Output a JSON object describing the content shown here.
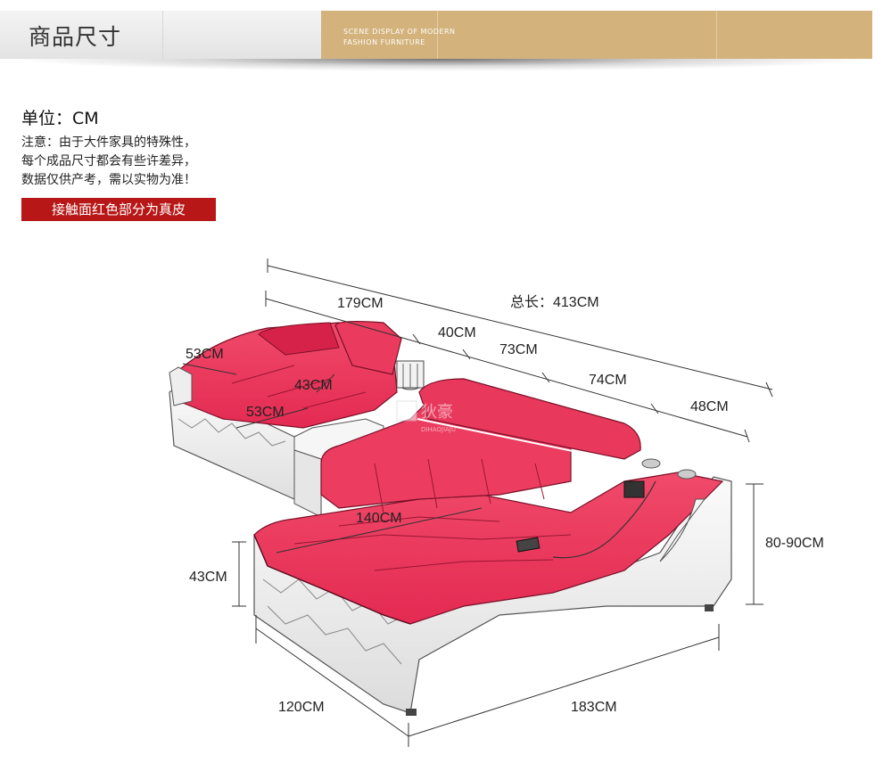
{
  "header": {
    "title": "商品尺寸",
    "subtitle_line1": "SCENE DISPLAY OF MODERN",
    "subtitle_line2": "FASHION FURNITURE",
    "accent_color": "#d3b27b"
  },
  "info": {
    "unit": "单位：CM",
    "note_line1": "注意：由于大件家具的特殊性，",
    "note_line2": "每个成品尺寸都会有些许差异，",
    "note_line3": "数据仅供产考，需以实物为准！",
    "leather_label": "接触面红色部分为真皮",
    "label_color": "#b71717"
  },
  "dimensions": {
    "total": "总长：413CM",
    "seg_179": "179CM",
    "seg_40": "40CM",
    "seg_73": "73CM",
    "seg_74": "74CM",
    "seg_48": "48CM",
    "arm_53": "53CM",
    "seat_depth_53": "53CM",
    "seat_height_43_upper": "43CM",
    "chaise_140": "140CM",
    "seat_height_43": "43CM",
    "height_80_90": "80-90CM",
    "width_120": "120CM",
    "length_183": "183CM"
  },
  "watermark": {
    "brand": "狄豪",
    "brand_pinyin": "DIHAOJIAJU"
  }
}
